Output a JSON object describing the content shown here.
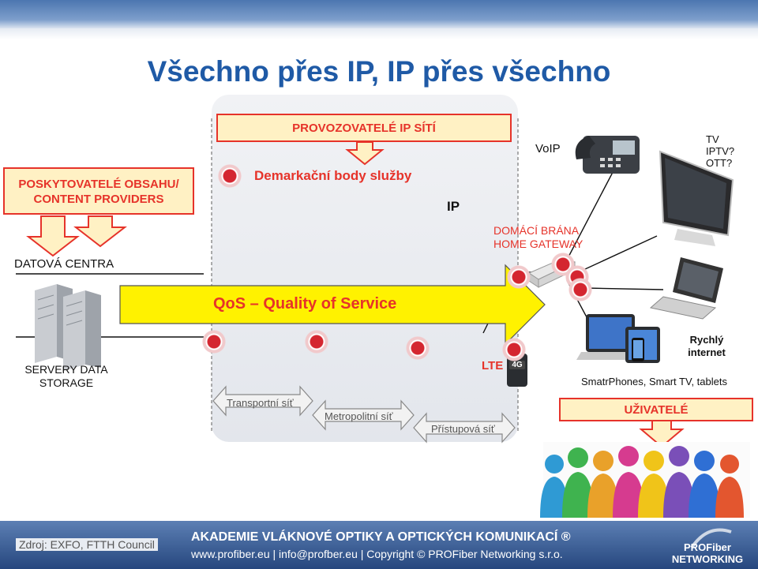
{
  "title": "Všechno přes IP, IP přes všechno",
  "content_providers": "POSKYTOVATELÉ OBSAHU/ CONTENT PROVIDERS",
  "network_operators": "PROVOZOVATELÉ IP SÍTÍ",
  "demarcation": "Demarkační body služby",
  "data_centers": "DATOVÁ CENTRA",
  "servers": "SERVERY DATA STORAGE",
  "ip": "IP",
  "voip": "VoIP",
  "tv": "TV IPTV? OTT?",
  "home_gateway": "DOMÁCÍ BRÁNA HOME GATEWAY",
  "qos": "QoS – Quality of Service",
  "lte": "LTE",
  "lte_icon": "4G",
  "fast_internet": "Rychlý internet",
  "devices": "SmatrPhones, Smart TV, tablets",
  "users": "UŽIVATELÉ",
  "transport": "Transportní síť",
  "metro": "Metropolitní síť",
  "access": "Přístupová síť",
  "source": "Zdroj: EXFO, FTTH Council",
  "footer_title": "AKADEMIE VLÁKNOVÉ OPTIKY A OPTICKÝCH KOMUNIKACÍ ®",
  "footer_links": "www.profiber.eu | info@profber.eu | Copyright © PROFiber Networking s.r.o.",
  "logo": "PROFiber NETWORKING",
  "colors": {
    "accent_red": "#e6332a",
    "title_blue": "#1f5aa6",
    "qos_yellow": "#fff200"
  }
}
